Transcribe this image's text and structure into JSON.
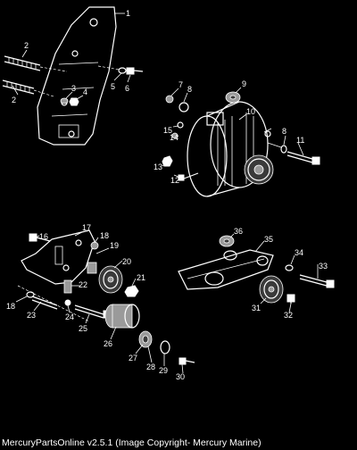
{
  "caption": "MercuryPartsOnline v2.5.1 (Image Copyright- Mercury Marine)",
  "callouts": [
    "1",
    "2",
    "2",
    "3",
    "4",
    "5",
    "6",
    "7",
    "8",
    "9",
    "10",
    "8",
    "11",
    "12",
    "13",
    "14",
    "15",
    "16",
    "17",
    "18",
    "19",
    "20",
    "21",
    "22",
    "18",
    "23",
    "24",
    "25",
    "26",
    "27",
    "28",
    "29",
    "30",
    "31",
    "32",
    "33",
    "34",
    "35",
    "36"
  ]
}
